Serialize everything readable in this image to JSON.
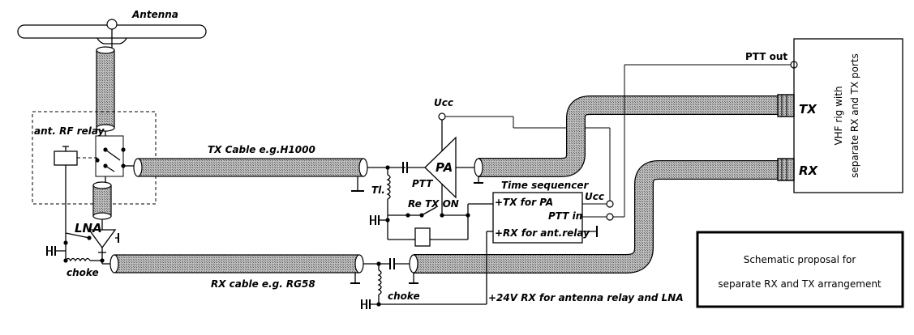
{
  "labels": {
    "antenna": "Antenna",
    "ant_rf_relay": "ant. RF relay",
    "lna": "LNA",
    "choke_left": "choke",
    "choke_mid": "choke",
    "tx_cable": "TX Cable e.g.H1000",
    "rx_cable": "RX cable  e.g. RG58",
    "tl": "Tl.",
    "ptt": "PTT",
    "pa": "PA",
    "ucc_top": "Ucc",
    "re_tx_on": "Re TX ON",
    "time_sequencer": "Time sequencer",
    "tx_for_pa": "+TX for PA",
    "ptt_in": "PTT in",
    "rx_for_ant_relay": "+RX for ant.relay",
    "ucc_right": "Ucc",
    "supply_24v": "+24V RX for antenna relay and LNA",
    "ptt_out": "PTT out",
    "tx_port": "TX",
    "rx_port": "RX",
    "rig_line1": "VHF rig with",
    "rig_line2": "separate RX and TX ports"
  },
  "caption": {
    "line1": "Schematic proposal for",
    "line2": "separate RX and TX arrangement"
  },
  "colors": {
    "ink": "#000000",
    "coax_shield": "#a8a8a8",
    "background": "#ffffff"
  }
}
